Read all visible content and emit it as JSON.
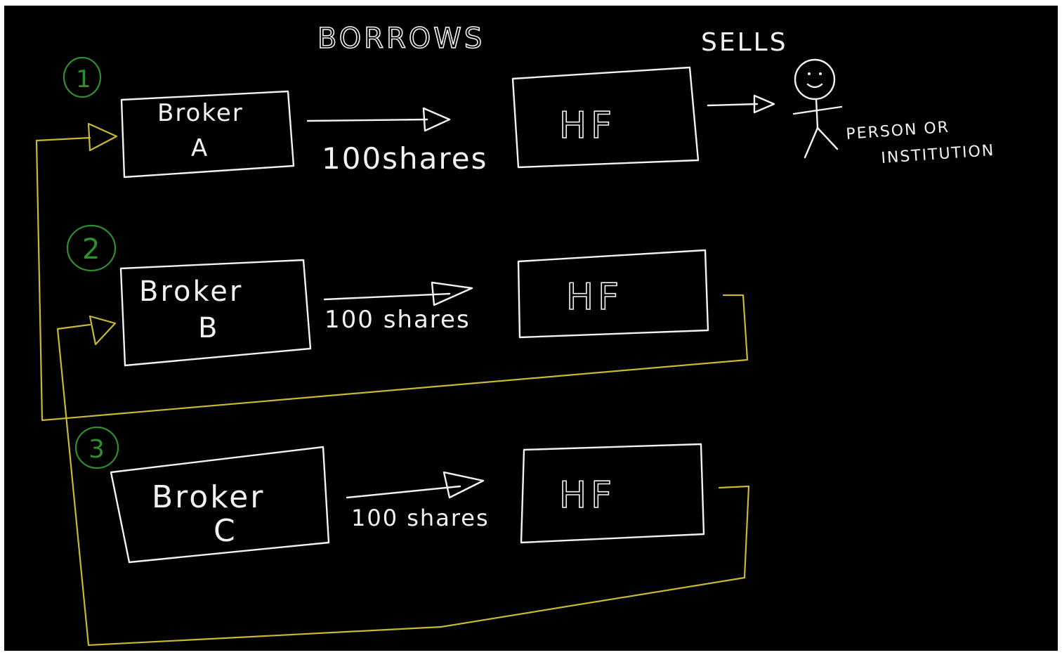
{
  "colors": {
    "board": "#000000",
    "chalk_white": "#f2f2f2",
    "chalk_yellow": "#c9b833",
    "chalk_green": "#2f8f2f"
  },
  "headings": {
    "borrows": "BORROWS",
    "sells": "SELLS"
  },
  "rows": [
    {
      "step": "1",
      "broker_name": "Broker",
      "broker_letter": "A",
      "shares": "100shares",
      "fund": "HF"
    },
    {
      "step": "2",
      "broker_name": "Broker",
      "broker_letter": "B",
      "shares": "100 shares",
      "fund": "HF"
    },
    {
      "step": "3",
      "broker_name": "Broker",
      "broker_letter": "C",
      "shares": "100 shares",
      "fund": "HF"
    }
  ],
  "buyer": {
    "icon": "stick-figure-icon",
    "line1": "PERSON OR",
    "line2": "INSTITUTION"
  }
}
